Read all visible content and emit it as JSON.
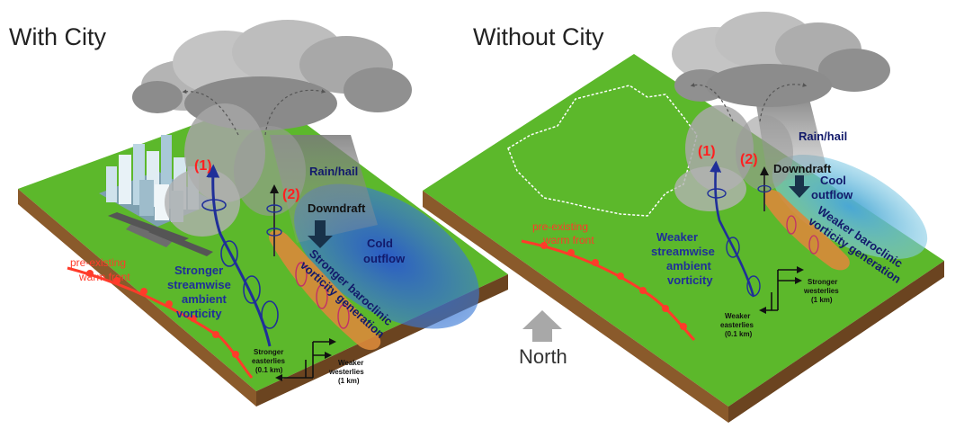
{
  "left_panel": {
    "title": "With City",
    "label_1": "(1)",
    "label_2": "(2)",
    "rain": "Rain/hail",
    "downdraft": "Downdraft",
    "outflow_line1": "Cold",
    "outflow_line2": "outflow",
    "warm_front_line1": "pre-existing",
    "warm_front_line2": "warm front",
    "vorticity_lines": [
      "Stronger",
      "streamwise",
      "ambient",
      "vorticity"
    ],
    "baroclinic_line1": "Stronger baroclinic",
    "baroclinic_line2": "vorticity generation",
    "easterlies_lines": [
      "Stronger",
      "easterlies",
      "(0.1 km)"
    ],
    "westerlies_lines": [
      "Weaker",
      "westerlies",
      "(1 km)"
    ]
  },
  "right_panel": {
    "title": "Without City",
    "label_1": "(1)",
    "label_2": "(2)",
    "rain": "Rain/hail",
    "downdraft": "Downdraft",
    "outflow_line1": "Cool",
    "outflow_line2": "outflow",
    "warm_front_line1": "pre-existing",
    "warm_front_line2": "warm front",
    "vorticity_lines": [
      "Weaker",
      "streamwise",
      "ambient",
      "vorticity"
    ],
    "baroclinic_line1": "Weaker baroclinic",
    "baroclinic_line2": "vorticity generation",
    "westerlies_lines": [
      "Stronger",
      "westerlies",
      "(1 km)"
    ],
    "easterlies_lines": [
      "Weaker",
      "easterlies",
      "(0.1 km)"
    ]
  },
  "compass": {
    "label": "North"
  },
  "colors": {
    "ground_top": "#5cb82b",
    "ground_side_left": "#8a5a2b",
    "ground_side_right": "#6b4420",
    "cloud": "#9a9a9a",
    "cold_outflow": "#2e66c8",
    "cool_outflow": "#56b3d6",
    "warm_front": "#ff3b2a",
    "vorticity_tube": "#1f2f99",
    "baroclinic_zone": "#d9893a"
  }
}
